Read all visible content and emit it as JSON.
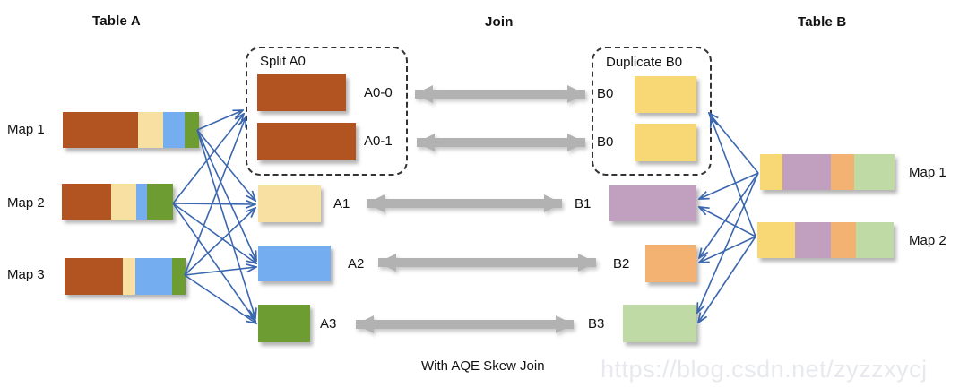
{
  "titles": {
    "left": "Table A",
    "center": "Join",
    "right": "Table B"
  },
  "caption": "With AQE Skew Join",
  "watermark": "https://blog.csdn.net/zyzzxycj",
  "palette": {
    "brown": "#b25422",
    "cream": "#f7e0a1",
    "blue": "#74aef1",
    "green": "#6d9c32",
    "yellow": "#f8d775",
    "purple": "#c1a0bf",
    "orange": "#f4b272",
    "light_green": "#bfdaa4",
    "gray_arrow": "#b2b2b2",
    "blue_arrow": "#3a67ae",
    "dashed_border": "#333333"
  },
  "table_a": {
    "maps": [
      {
        "label": "Map 1",
        "segments": [
          "brown",
          "cream",
          "blue",
          "green"
        ]
      },
      {
        "label": "Map 2",
        "segments": [
          "brown",
          "cream",
          "blue",
          "green"
        ]
      },
      {
        "label": "Map 3",
        "segments": [
          "brown",
          "cream",
          "blue",
          "green"
        ]
      }
    ],
    "split_group": {
      "label": "Split A0",
      "partitions": [
        {
          "label": "A0-0",
          "color": "brown"
        },
        {
          "label": "A0-1",
          "color": "brown"
        }
      ]
    },
    "partitions": [
      {
        "label": "A1",
        "color": "cream"
      },
      {
        "label": "A2",
        "color": "blue"
      },
      {
        "label": "A3",
        "color": "green"
      }
    ]
  },
  "table_b": {
    "maps": [
      {
        "label": "Map 1",
        "segments": [
          "yellow",
          "purple",
          "orange",
          "light_green"
        ]
      },
      {
        "label": "Map 2",
        "segments": [
          "yellow",
          "purple",
          "orange",
          "light_green"
        ]
      }
    ],
    "duplicate_group": {
      "label": "Duplicate B0",
      "partitions": [
        {
          "label": "B0",
          "color": "yellow"
        },
        {
          "label": "B0",
          "color": "yellow"
        }
      ]
    },
    "partitions": [
      {
        "label": "B1",
        "color": "purple"
      },
      {
        "label": "B2",
        "color": "orange"
      },
      {
        "label": "B3",
        "color": "light_green"
      }
    ]
  },
  "joins": [
    {
      "left": "A0-0",
      "right": "B0"
    },
    {
      "left": "A0-1",
      "right": "B0"
    },
    {
      "left": "A1",
      "right": "B1"
    },
    {
      "left": "A2",
      "right": "B2"
    },
    {
      "left": "A3",
      "right": "B3"
    }
  ]
}
